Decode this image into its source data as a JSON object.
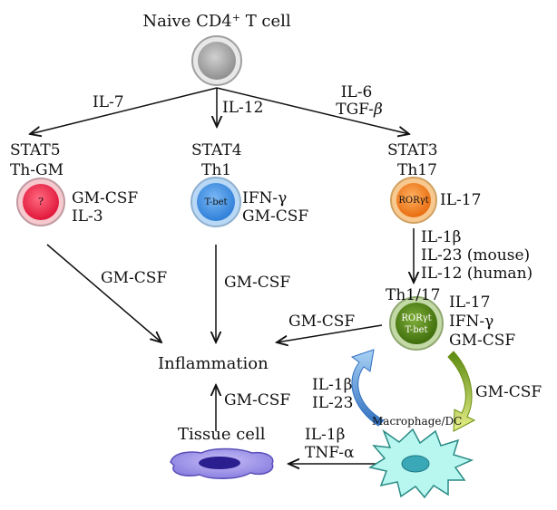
{
  "root": {
    "label_main": "Naive CD4",
    "label_sup": "+",
    "label_tail": " T cell"
  },
  "signals": {
    "to_thgm": "IL-7",
    "to_th1": "IL-12",
    "to_th17_a": "IL-6",
    "to_th17_b_text": "TGF-",
    "to_th17_b_greek": "β"
  },
  "lineages": {
    "thgm": {
      "stat": "STAT5",
      "name": "Th-GM",
      "marker": "?",
      "cytokines": [
        "GM-CSF",
        "IL-3"
      ]
    },
    "th1": {
      "stat": "STAT4",
      "name": "Th1",
      "marker": "T-bet",
      "cytokines": [
        "IFN-γ",
        "GM-CSF"
      ]
    },
    "th17": {
      "stat": "STAT3",
      "name": "Th17",
      "marker": "RORγt",
      "cytokines": [
        "IL-17"
      ]
    },
    "th1_17": {
      "name": "Th1/17",
      "marker_a": "RORγt",
      "marker_b": "T-bet",
      "cytokines": [
        "IL-17",
        "IFN-γ",
        "GM-CSF"
      ]
    }
  },
  "th17_to_th1_17": [
    "IL-1β",
    "IL-23 (mouse)",
    "IL-12 (human)"
  ],
  "to_inflammation": {
    "from_thgm": "GM-CSF",
    "from_th1": "GM-CSF",
    "from_th1_17": "GM-CSF",
    "from_tissue": "GM-CSF"
  },
  "inflammation": "Inflammation",
  "macrophage": "Macrophage/DC",
  "macrophage_to_th1_17": [
    "IL-1β",
    "IL-23"
  ],
  "th1_17_to_macrophage": "GM-CSF",
  "macrophage_to_tissue": [
    "IL-1β",
    "TNF-α"
  ],
  "tissue": "Tissue cell",
  "colors": {
    "naive": "#a9a9a9",
    "thgm": "#ee2b4e",
    "th1": "#3f8fe0",
    "th17": "#f07a1a",
    "th1_17": "#4b7d12",
    "blue_arrow": "#5b9bd5",
    "green_arrow": "#9acd32",
    "macrophage": "#b5f5ef",
    "tissue": "#9a8fe8"
  }
}
